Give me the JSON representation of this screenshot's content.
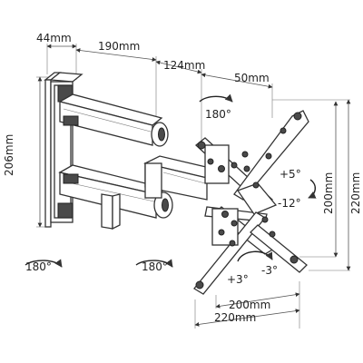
{
  "dimensions": {
    "top_left": "44mm",
    "arm_1": "190mm",
    "arm_2": "124mm",
    "plate_offset": "50mm",
    "wall_height": "206mm",
    "vesa_height": "200mm",
    "plate_height": "220mm",
    "vesa_width": "200mm",
    "plate_width": "220mm"
  },
  "rotations": {
    "swivel_top": "180°",
    "swivel_left": "180°",
    "swivel_mid": "180°",
    "tilt_up": "+5°",
    "tilt_down": "-12°",
    "level_plus": "+3°",
    "level_minus": "-3°"
  },
  "icons": [
    "rotation-arrow-icon"
  ]
}
